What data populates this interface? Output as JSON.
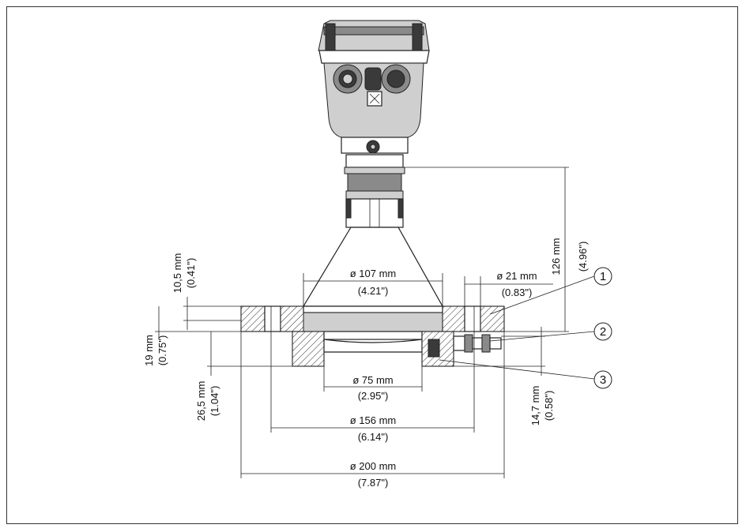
{
  "dimensions": {
    "height_126": {
      "mm": "126 mm",
      "inch": "(4.96\")"
    },
    "flange_10_5": {
      "mm": "10,5 mm",
      "inch": "(0.41\")"
    },
    "height_19": {
      "mm": "19 mm",
      "inch": "(0.75\")"
    },
    "height_26_5": {
      "mm": "26,5 mm",
      "inch": "(1.04\")"
    },
    "dia_107": {
      "mm": "ø 107 mm",
      "inch": "(4.21\")"
    },
    "dia_21": {
      "mm": "ø 21 mm",
      "inch": "(0.83\")"
    },
    "dia_75": {
      "mm": "ø 75 mm",
      "inch": "(2.95\")"
    },
    "dia_156": {
      "mm": "ø 156 mm",
      "inch": "(6.14\")"
    },
    "dia_200": {
      "mm": "ø 200 mm",
      "inch": "(7.87\")"
    },
    "height_14_7": {
      "mm": "14,7 mm",
      "inch": "(0.58\")"
    }
  },
  "callouts": [
    "1",
    "2",
    "3"
  ]
}
